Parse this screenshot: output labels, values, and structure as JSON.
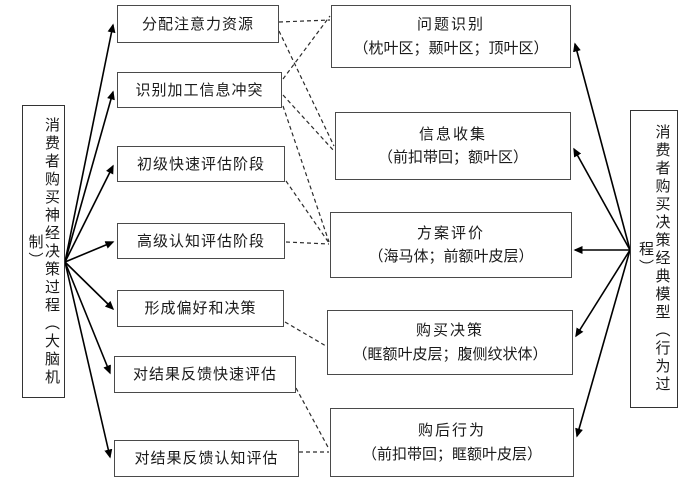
{
  "left_panel": {
    "label": "消费者购买神经决策过程（大脑机制）"
  },
  "right_panel": {
    "label": "消费者购买决策经典模型（行为过程）"
  },
  "neural_stages": [
    "分配注意力资源",
    "识别加工信息冲突",
    "初级快速评估阶段",
    "高级认知评估阶段",
    "形成偏好和决策",
    "对结果反馈快速评估",
    "对结果反馈认知评估"
  ],
  "classic_stages": [
    {
      "title": "问题识别",
      "regions": "（枕叶区；颞叶区；顶叶区）"
    },
    {
      "title": "信息收集",
      "regions": "（前扣带回；额叶区）"
    },
    {
      "title": "方案评价",
      "regions": "（海马体；前额叶皮层）"
    },
    {
      "title": "购买决策",
      "regions": "（眶额叶皮层；腹侧纹状体）"
    },
    {
      "title": "购后行为",
      "regions": "（前扣带回；眶额叶皮层）"
    }
  ],
  "connections": {
    "left_panel_to_neural": [
      0,
      1,
      2,
      3,
      4,
      5,
      6
    ],
    "right_panel_to_classic": [
      0,
      1,
      2,
      3,
      4
    ],
    "neural_to_classic_dashed": [
      [
        0,
        0
      ],
      [
        0,
        1
      ],
      [
        1,
        0
      ],
      [
        1,
        1
      ],
      [
        1,
        2
      ],
      [
        2,
        2
      ],
      [
        3,
        2
      ],
      [
        4,
        3
      ],
      [
        5,
        4
      ],
      [
        6,
        4
      ]
    ]
  },
  "colors": {
    "solid_arrow": "#000000",
    "dashed_link": "#2b2b2b",
    "box_border": "#4a4a4a",
    "background": "#ffffff"
  }
}
